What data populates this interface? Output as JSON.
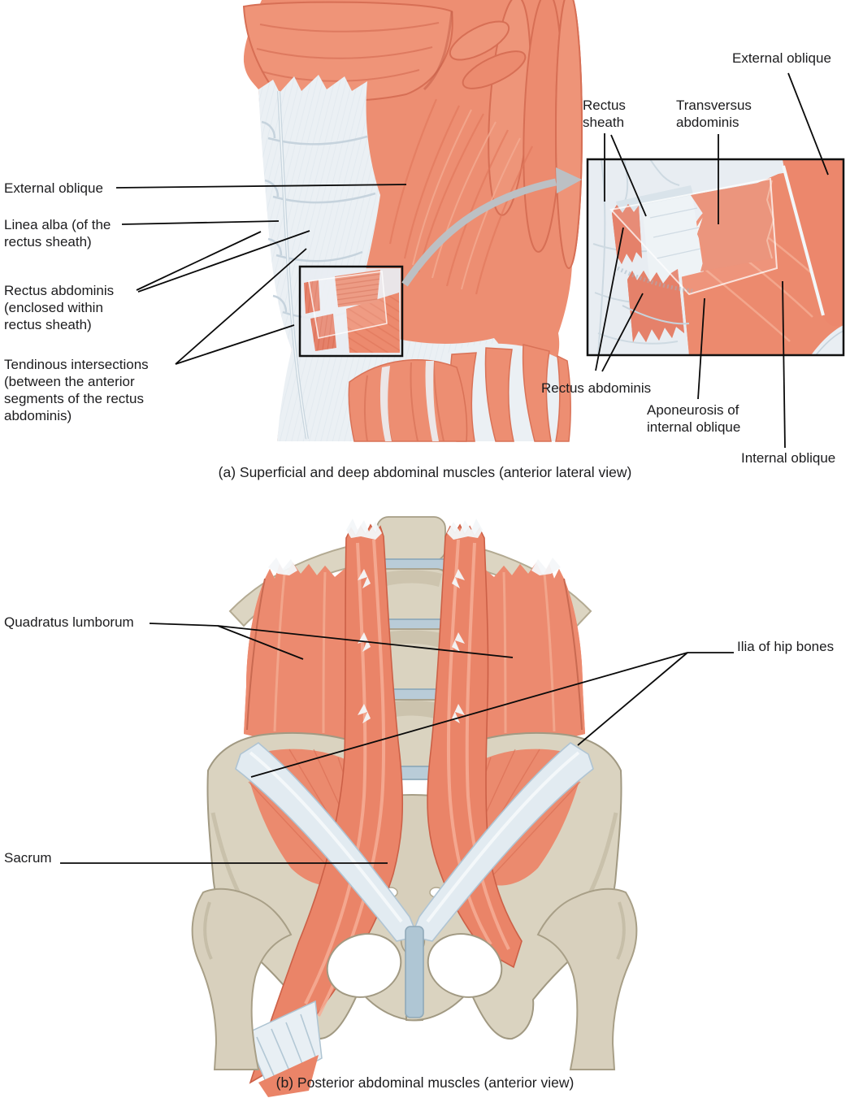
{
  "figure_a": {
    "caption": "(a) Superficial and deep abdominal muscles (anterior lateral view)",
    "labels": {
      "external_oblique": "External oblique",
      "linea_alba": "Linea alba (of the rectus sheath)",
      "rectus_abdominis": "Rectus abdominis (enclosed within rectus sheath)",
      "tendinous_intersections": "Tendinous intersections (between the anterior segments of the rectus abdominis)",
      "rectus_sheath": "Rectus sheath",
      "transversus_abdominis": "Transversus abdominis",
      "external_oblique_inset": "External oblique",
      "rectus_abdominis_inset": "Rectus abdominis",
      "aponeurosis_internal_oblique": "Aponeurosis of internal oblique",
      "internal_oblique": "Internal oblique"
    }
  },
  "figure_b": {
    "caption": "(b) Posterior abdominal muscles (anterior view)",
    "labels": {
      "quadratus_lumborum": "Quadratus lumborum",
      "ilia_of_hip_bones": "Ilia of hip bones",
      "sacrum": "Sacrum"
    }
  },
  "colors": {
    "muscle": "#EC8C72",
    "muscle_dark": "#D97257",
    "muscle_light": "#F5AE97",
    "sheath_white": "#EBF0F4",
    "sheath_line": "#C6D3DD",
    "bone": "#DAD3C0",
    "bone_shadow": "#C2B9A2",
    "cartilage_blue": "#B9CCD8",
    "leader_line": "#0A0A0A",
    "arrow_gray": "#BCC0C4"
  }
}
